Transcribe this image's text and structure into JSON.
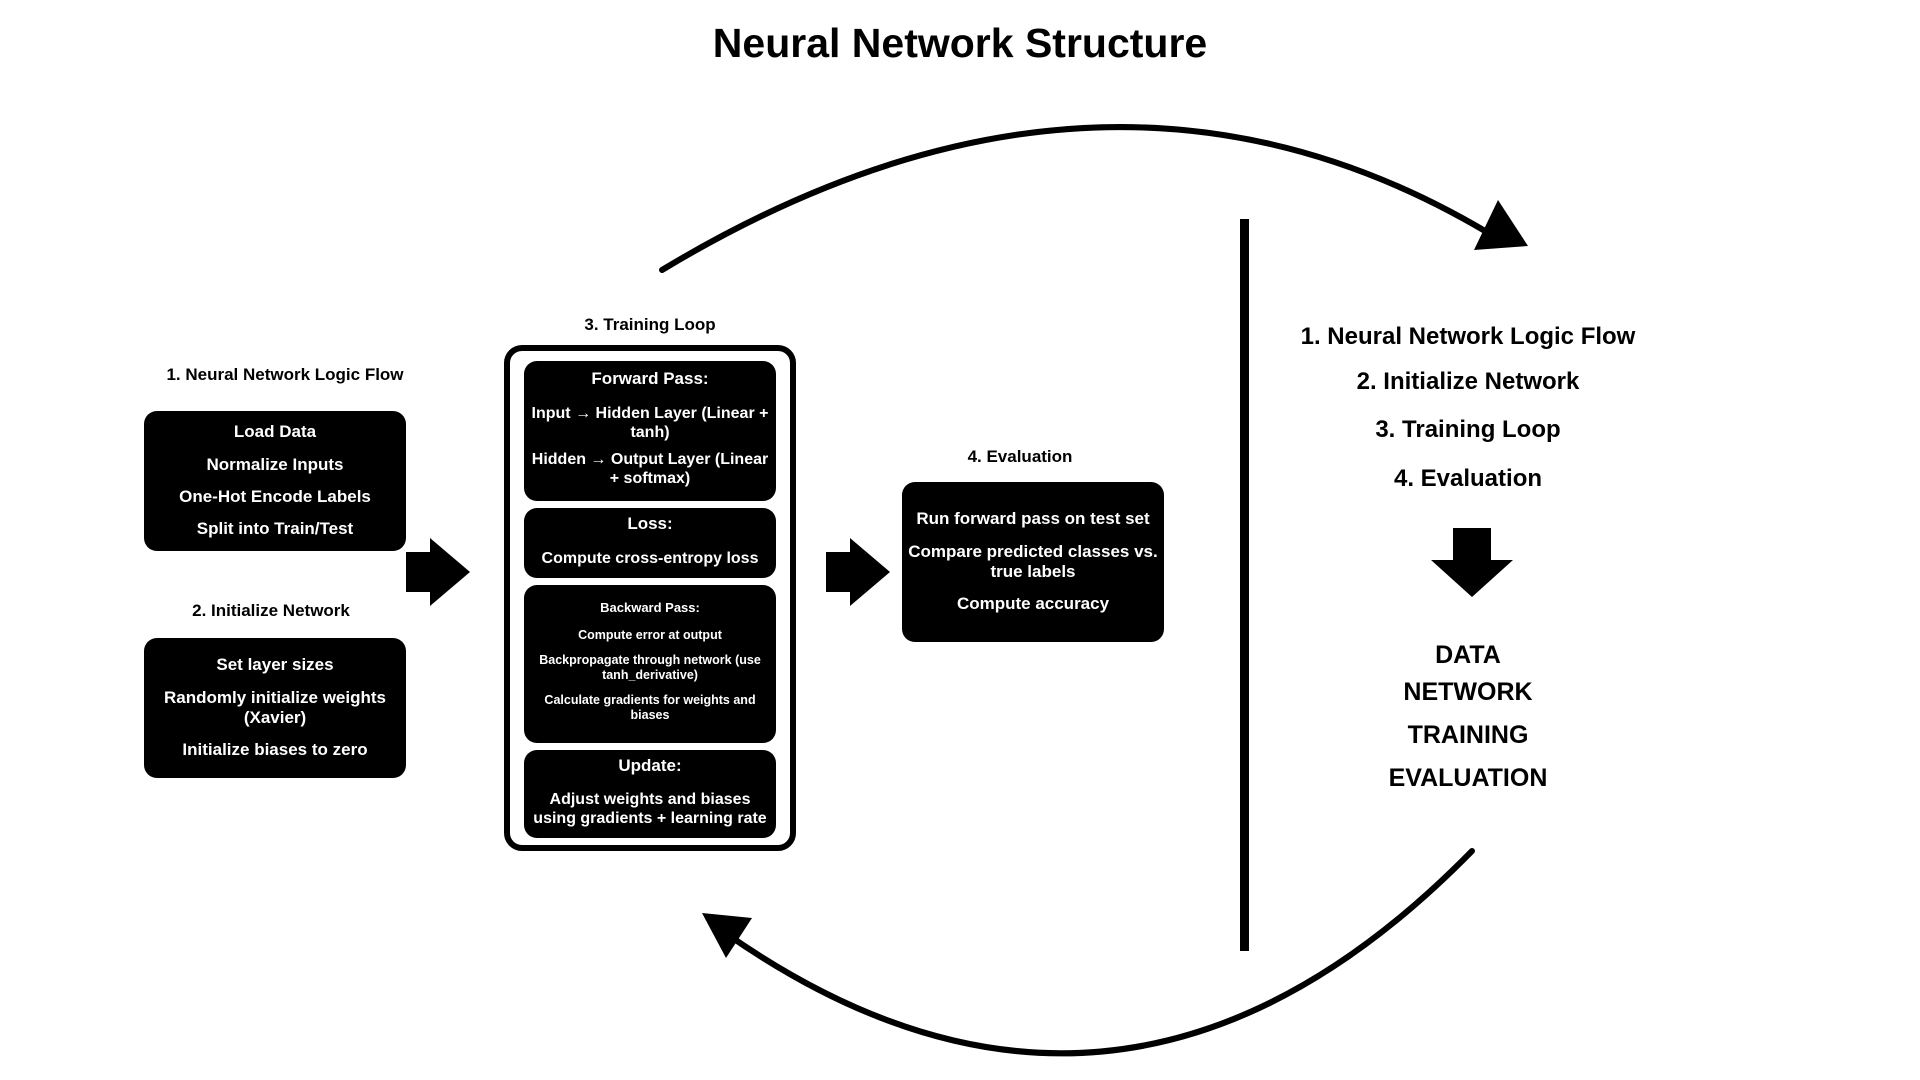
{
  "title": "Neural Network Structure",
  "section1": {
    "label": "1. Neural Network Logic Flow",
    "items": [
      "Load Data",
      "Normalize Inputs",
      "One-Hot Encode Labels",
      "Split into Train/Test"
    ]
  },
  "section2": {
    "label": "2. Initialize Network",
    "items": [
      "Set layer sizes",
      "Randomly initialize weights (Xavier)",
      "Initialize biases to zero"
    ]
  },
  "section3": {
    "label": "3. Training Loop",
    "forward": {
      "heading": "Forward Pass:",
      "lines": [
        "Input → Hidden Layer (Linear + tanh)",
        "Hidden → Output Layer (Linear + softmax)"
      ]
    },
    "loss": {
      "heading": "Loss:",
      "lines": [
        "Compute cross-entropy loss"
      ]
    },
    "backward": {
      "heading": "Backward Pass:",
      "lines": [
        "Compute error at output",
        "Backpropagate through network (use tanh_derivative)",
        "Calculate gradients for weights and biases"
      ]
    },
    "update": {
      "heading": "Update:",
      "lines": [
        "Adjust weights and biases using gradients + learning rate"
      ]
    }
  },
  "section4": {
    "label": "4. Evaluation",
    "items": [
      "Run forward pass on test set",
      "Compare predicted classes vs. true labels",
      "Compute accuracy"
    ]
  },
  "summary": {
    "steps": [
      "1. Neural Network Logic Flow",
      "2. Initialize Network",
      "3. Training Loop",
      "4. Evaluation"
    ],
    "stages": [
      "DATA",
      "NETWORK",
      "TRAINING",
      "EVALUATION"
    ]
  }
}
